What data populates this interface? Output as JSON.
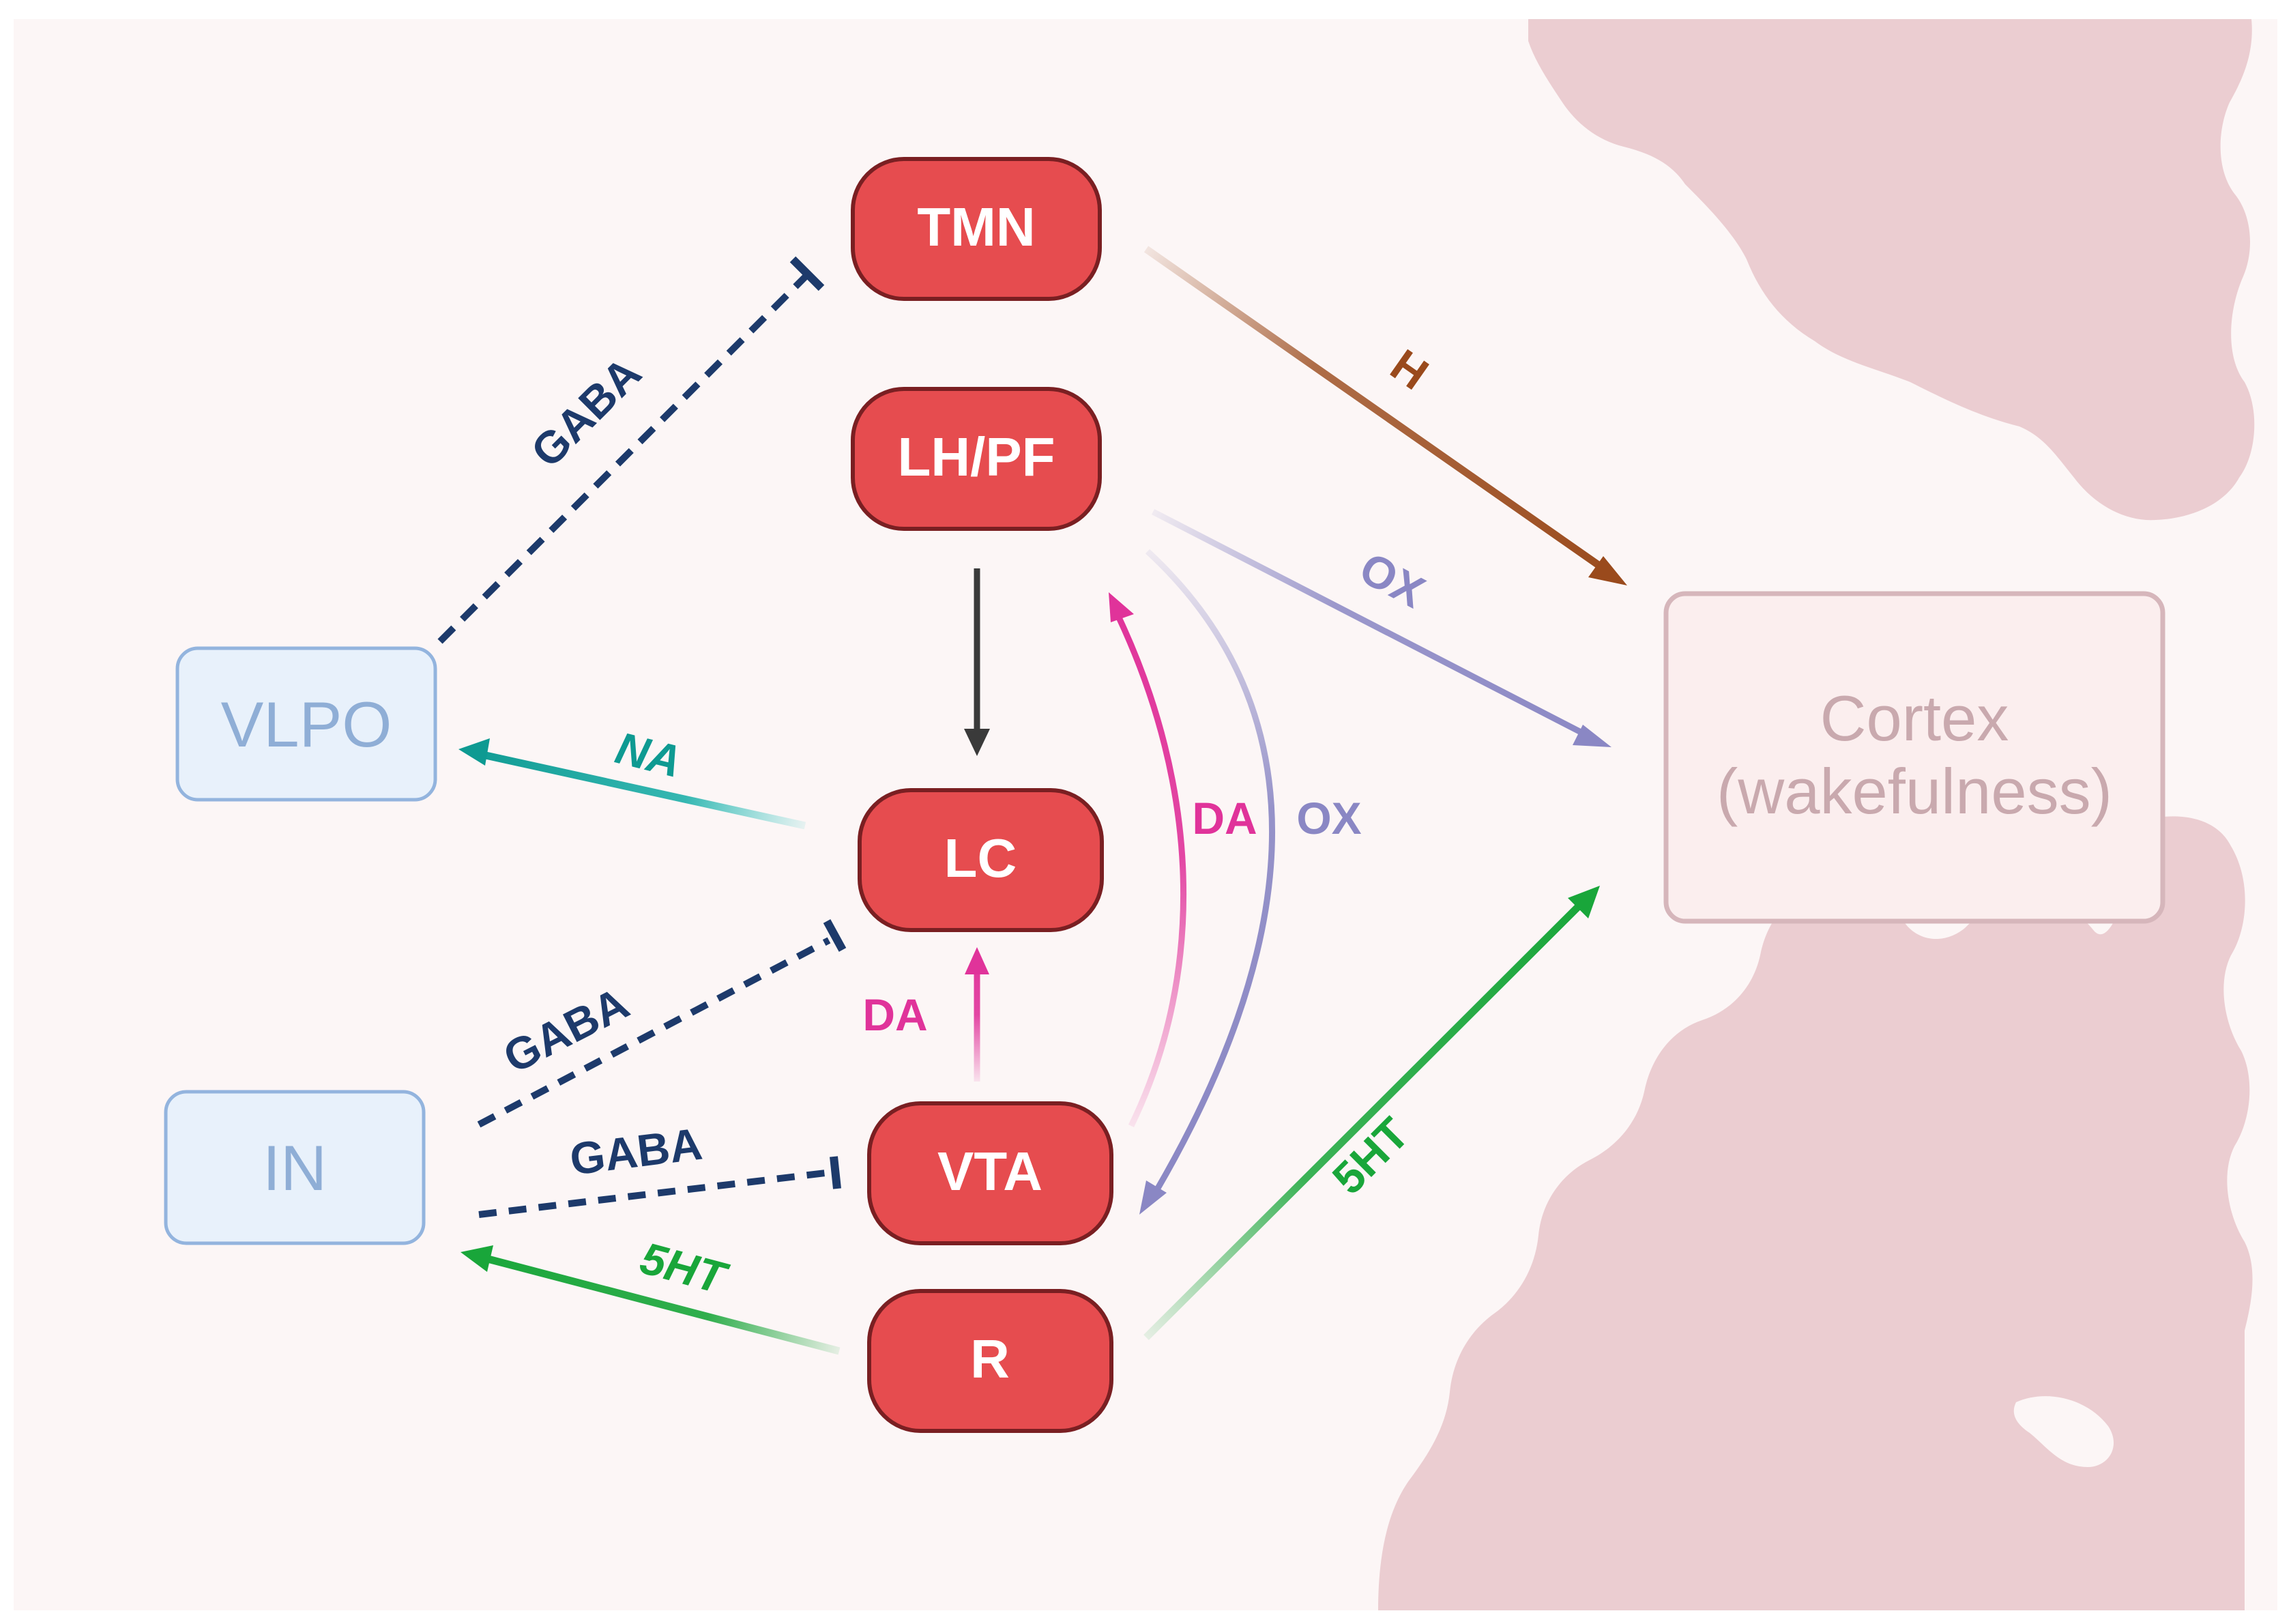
{
  "colors": {
    "background": "#fcf6f6",
    "cortex_tissue": "#ebcdd1",
    "nucleus_fill": "#e64c4f",
    "nucleus_stroke": "#7a1f22",
    "side_box_fill": "#e8f1fb",
    "side_box_stroke": "#93b4de",
    "gaba": "#1d3a6b",
    "histamine": "#9a4a1c",
    "orexin": "#8a87c4",
    "dopamine": "#e0339a",
    "noradrenaline": "#0e9a92",
    "serotonin": "#19a63a",
    "excitation_black": "#3a3a3a"
  },
  "nuclei": {
    "tmn": "TMN",
    "lhpf": "LH/PF",
    "lc": "LC",
    "vta": "VTA",
    "r": "R"
  },
  "targets": {
    "vlpo": "VLPO",
    "in": "IN",
    "cortex_line1": "Cortex",
    "cortex_line2": "(wakefulness)"
  },
  "labels": {
    "gaba_vlpo_tmn": "GABA",
    "h_tmn_cortex": "H",
    "ox_lhpf_cortex": "OX",
    "ox_lhpf_vta": "OX",
    "da_vta_lhpf": "DA",
    "da_vta_lc": "DA",
    "na_lc_vlpo": "NA",
    "gaba_in_lc": "GABA",
    "gaba_in_vta": "GABA",
    "ht_r_in": "5HT",
    "ht_r_cortex": "5HT"
  }
}
